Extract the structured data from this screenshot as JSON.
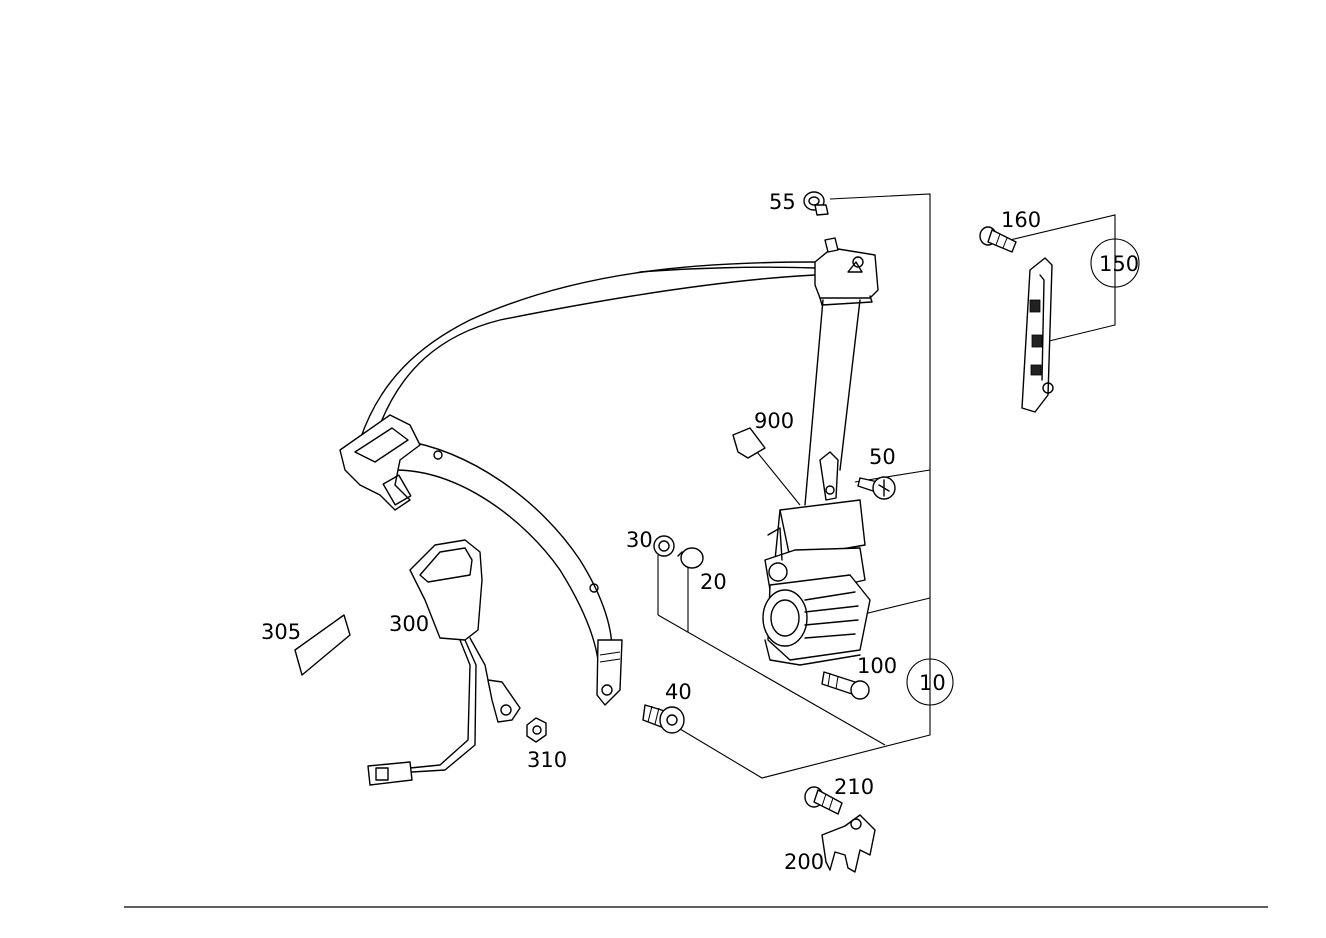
{
  "callouts": {
    "p10": "10",
    "p20": "20",
    "p30": "30",
    "p40": "40",
    "p50": "50",
    "p55": "55",
    "p100": "100",
    "p150": "150",
    "p160": "160",
    "p200": "200",
    "p210": "210",
    "p300": "300",
    "p305": "305",
    "p310": "310",
    "p900": "900"
  }
}
